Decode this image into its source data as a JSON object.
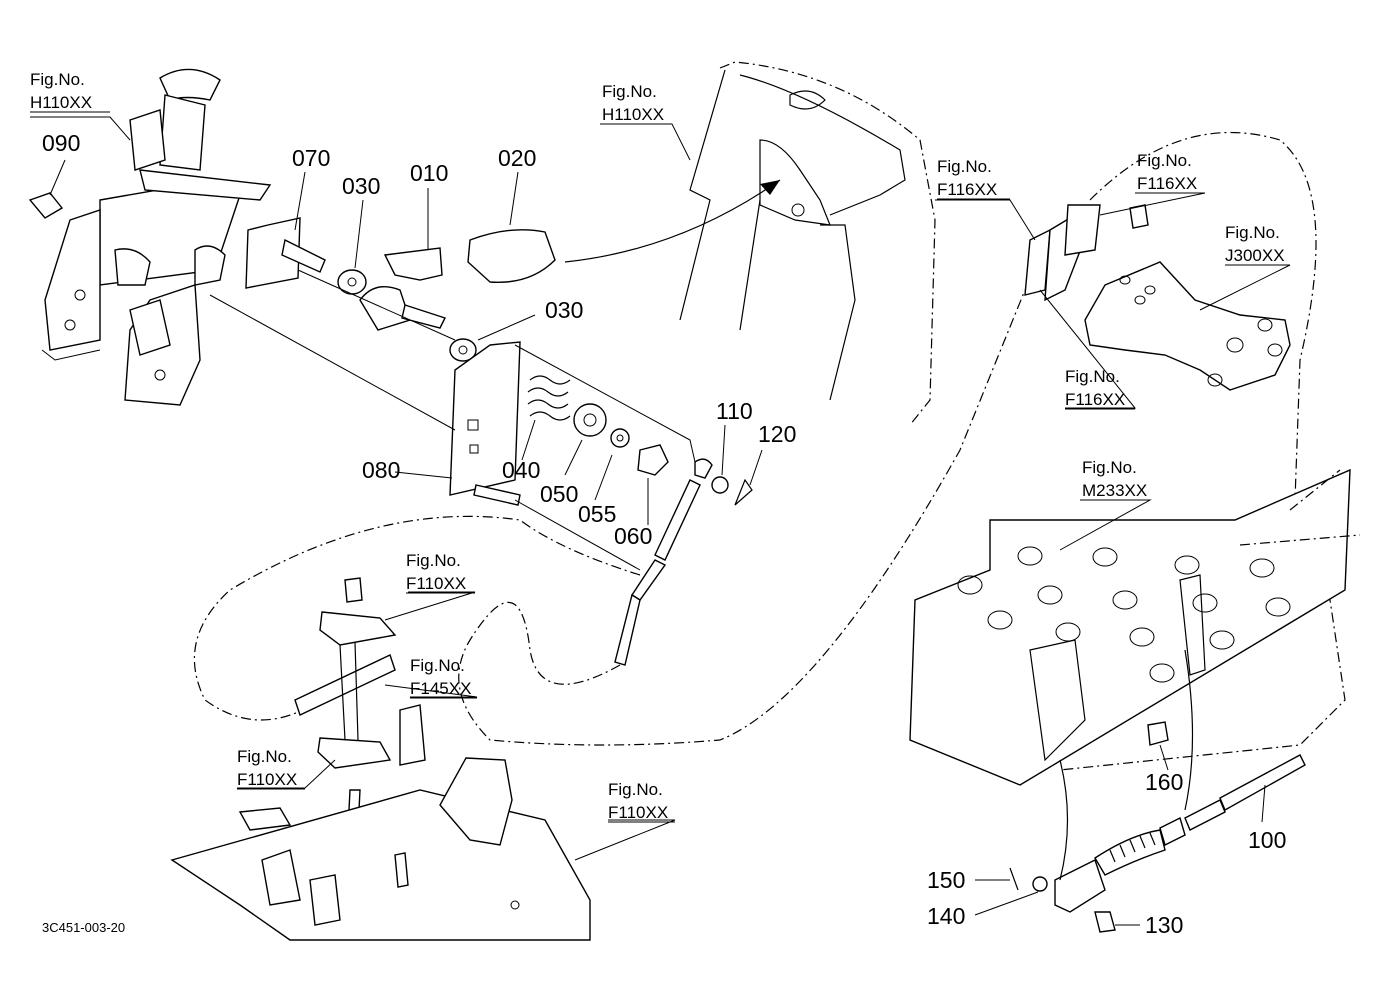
{
  "document_code": "3C451-003-20",
  "part_numbers": {
    "p010": "010",
    "p020": "020",
    "p030a": "030",
    "p030b": "030",
    "p040": "040",
    "p050": "050",
    "p055": "055",
    "p060": "060",
    "p070": "070",
    "p080": "080",
    "p090": "090",
    "p100": "100",
    "p110": "110",
    "p120": "120",
    "p130": "130",
    "p140": "140",
    "p150": "150",
    "p160": "160"
  },
  "fig_prefix": "Fig.No.",
  "fig_refs": {
    "h110_left": "H110XX",
    "h110_top": "H110XX",
    "f116_a": "F116XX",
    "f116_b": "F116XX",
    "f116_c": "F116XX",
    "j300": "J300XX",
    "m233": "M233XX",
    "f110_a": "F110XX",
    "f145": "F145XX",
    "f110_b": "F110XX",
    "f110_c": "F110XX"
  }
}
